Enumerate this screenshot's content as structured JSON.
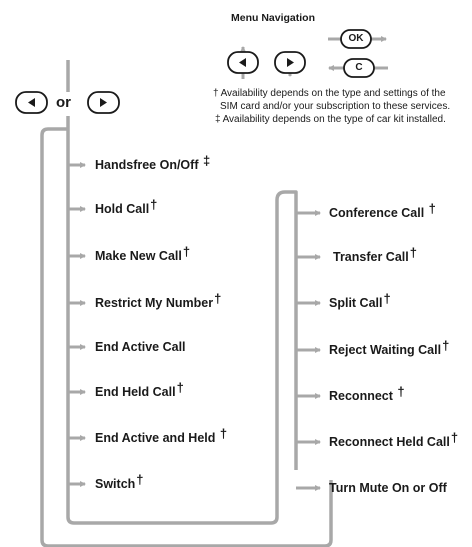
{
  "menu_navigation": {
    "title": "Menu Navigation",
    "ok_label": "OK",
    "c_label": "C"
  },
  "selector": {
    "or_text": "or"
  },
  "footnotes": [
    {
      "mark": "†",
      "lines": [
        "Availability depends on the type and settings of the",
        "SIM card and/or your subscription to these services."
      ]
    },
    {
      "mark": "‡",
      "lines": [
        "Availability depends on the type of car kit installed."
      ]
    }
  ],
  "left_menu": [
    {
      "label": "Handsfree On/Off",
      "mark": "‡"
    },
    {
      "label": "Hold Call",
      "mark": "†"
    },
    {
      "label": "Make New Call",
      "mark": "†"
    },
    {
      "label": "Restrict My Number",
      "mark": "†"
    },
    {
      "label": "End Active Call",
      "mark": ""
    },
    {
      "label": "End Held Call",
      "mark": "†"
    },
    {
      "label": "End Active and Held",
      "mark": "†"
    },
    {
      "label": "Switch",
      "mark": "†"
    }
  ],
  "right_menu": [
    {
      "label": "Conference Call",
      "mark": "†"
    },
    {
      "label": "Transfer Call",
      "mark": "†"
    },
    {
      "label": "Split Call",
      "mark": "†"
    },
    {
      "label": "Reject Waiting Call",
      "mark": "†"
    },
    {
      "label": "Reconnect",
      "mark": "†"
    },
    {
      "label": "Reconnect Held Call",
      "mark": "†"
    },
    {
      "label": "Turn Mute On or Off",
      "mark": ""
    }
  ],
  "colors": {
    "line": "#a8a8a8",
    "text": "#1a1a1a"
  }
}
